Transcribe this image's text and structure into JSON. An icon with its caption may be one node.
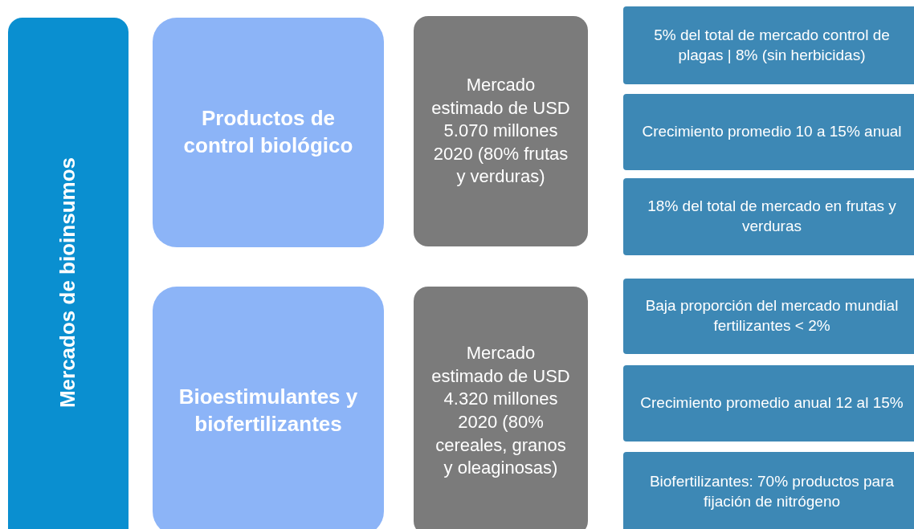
{
  "diagram": {
    "nodes": [
      {
        "text": [
          "Mercados de bioinsumos"
        ]
      },
      {
        "text": [
          "Productos de control biológico"
        ]
      },
      {
        "text": [
          "Mercado estimado de USD 5.070 millones 2020 (80% frutas y verduras)"
        ]
      },
      {
        "text": [
          "5% del total de mercado control de plagas |  8% (sin herbicidas)"
        ]
      },
      {
        "text": [
          "Crecimiento promedio 10 a 15% anual"
        ]
      },
      {
        "text": [
          "18% del total de mercado en frutas y verduras"
        ]
      },
      {
        "text": [
          "Bioestimulantes y biofertilizantes"
        ]
      },
      {
        "text": [
          "Mercado estimado de USD 4.320 millones 2020 (80% cereales, granos y oleaginosas)"
        ]
      },
      {
        "text": [
          "Baja proporción del mercado mundial fertilizantes < 2%"
        ]
      },
      {
        "text": [
          "Crecimiento promedio anual 12 al 15%"
        ]
      },
      {
        "text": [
          "Biofertilizantes: 70% productos para fijación de nitrógeno"
        ]
      }
    ],
    "edges": []
  }
}
